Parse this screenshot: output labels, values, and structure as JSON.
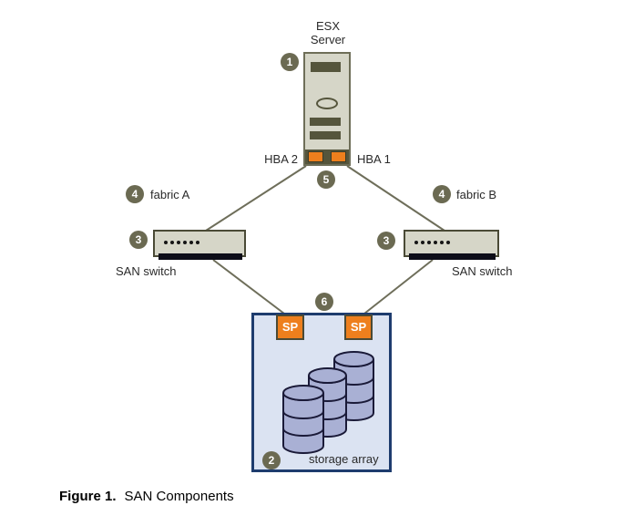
{
  "figure": {
    "caption_prefix": "Figure 1.",
    "caption_text": "SAN Components"
  },
  "server": {
    "title_line1": "ESX",
    "title_line2": "Server",
    "badge": "1",
    "hba_left_label": "HBA 2",
    "hba_right_label": "HBA 1",
    "hba_badge": "5"
  },
  "fabrics": {
    "left": {
      "badge": "4",
      "label": "fabric A"
    },
    "right": {
      "badge": "4",
      "label": "fabric B"
    }
  },
  "switches": {
    "left": {
      "badge": "3",
      "label": "SAN switch"
    },
    "right": {
      "badge": "3",
      "label": "SAN switch"
    }
  },
  "storage": {
    "badge": "2",
    "top_badge": "6",
    "label": "storage array",
    "sp_left_label": "SP",
    "sp_right_label": "SP"
  },
  "colors": {
    "badge_olive": "#6b6a52",
    "accent_orange": "#ee7f1d",
    "chassis_gray": "#d6d6c8",
    "dark_olive": "#55553c",
    "storage_fill": "#dbe3f2",
    "storage_border": "#1e3c6e",
    "cylinder_fill": "#a9b0d4",
    "cylinder_stroke": "#1a1a38",
    "connection_line": "#6e6e5a"
  }
}
